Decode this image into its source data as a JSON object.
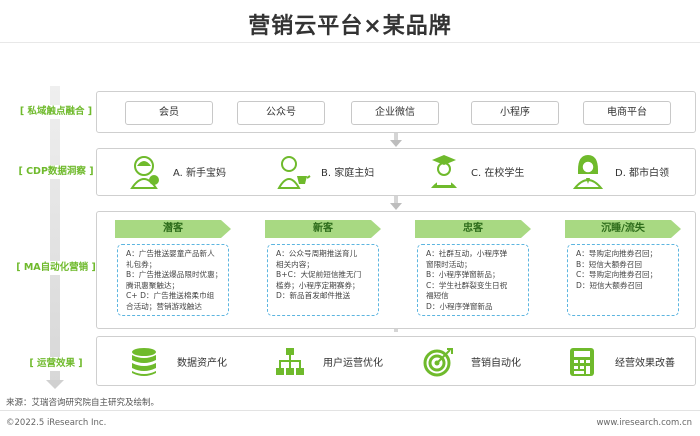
{
  "title": "营销云平台×某品牌",
  "rows": {
    "private": {
      "label": "[ 私域触点融合 ]",
      "items": [
        "会员",
        "公众号",
        "企业微信",
        "小程序",
        "电商平台"
      ]
    },
    "cdp": {
      "label": "[ CDP数据洞察 ]",
      "personas": [
        {
          "label": "A. 新手宝妈",
          "icon": "new-mom-icon"
        },
        {
          "label": "B. 家庭主妇",
          "icon": "housewife-icon"
        },
        {
          "label": "C. 在校学生",
          "icon": "student-icon"
        },
        {
          "label": "D. 都市白领",
          "icon": "office-worker-icon"
        }
      ]
    },
    "ma": {
      "label": "[ MA自动化营销 ]",
      "stages": [
        {
          "title": "潜客",
          "lines": [
            "A：广告推送婴童产品新人",
            "礼包券；",
            "B：广告推送爆品限时优惠；",
            "腾讯惠聚触达；",
            "C+ D：广告推送棉柔巾组",
            "合活动；营销游戏触达"
          ]
        },
        {
          "title": "新客",
          "lines": [
            "A：公众号周期推送育儿",
            "相关内容；",
            "B+C：大促前短信推无门",
            "槛券；小程序定期赛券；",
            "D：新品首发邮件推送"
          ]
        },
        {
          "title": "忠客",
          "lines": [
            "A：社群互动，小程序弹",
            "窗限时活动；",
            "B：小程序弹窗新品；",
            "C：学生社群裂变生日祝",
            "福短信",
            "D：小程序弹窗新品"
          ]
        },
        {
          "title": "沉睡/流失",
          "lines": [
            "A：导购定向推券召回；",
            "B：短信大额券召回",
            "C：导购定向推券召回；",
            "D：短信大额券召回"
          ]
        }
      ]
    },
    "results": {
      "label": "[ 运营效果 ]",
      "outcomes": [
        {
          "label": "数据资产化",
          "icon": "database-icon"
        },
        {
          "label": "用户运营优化",
          "icon": "org-chart-icon"
        },
        {
          "label": "营销自动化",
          "icon": "target-icon"
        },
        {
          "label": "经营效果改善",
          "icon": "calculator-icon"
        }
      ]
    }
  },
  "source": "来源：艾瑞咨询研究院自主研究及绘制。",
  "footer": {
    "left": "©2022.5 iResearch Inc.",
    "right": "www.iresearch.com.cn"
  },
  "colors": {
    "accent_green": "#6fba2c",
    "tab_green": "#a8d982",
    "card_border_blue": "#5cb5e0"
  }
}
